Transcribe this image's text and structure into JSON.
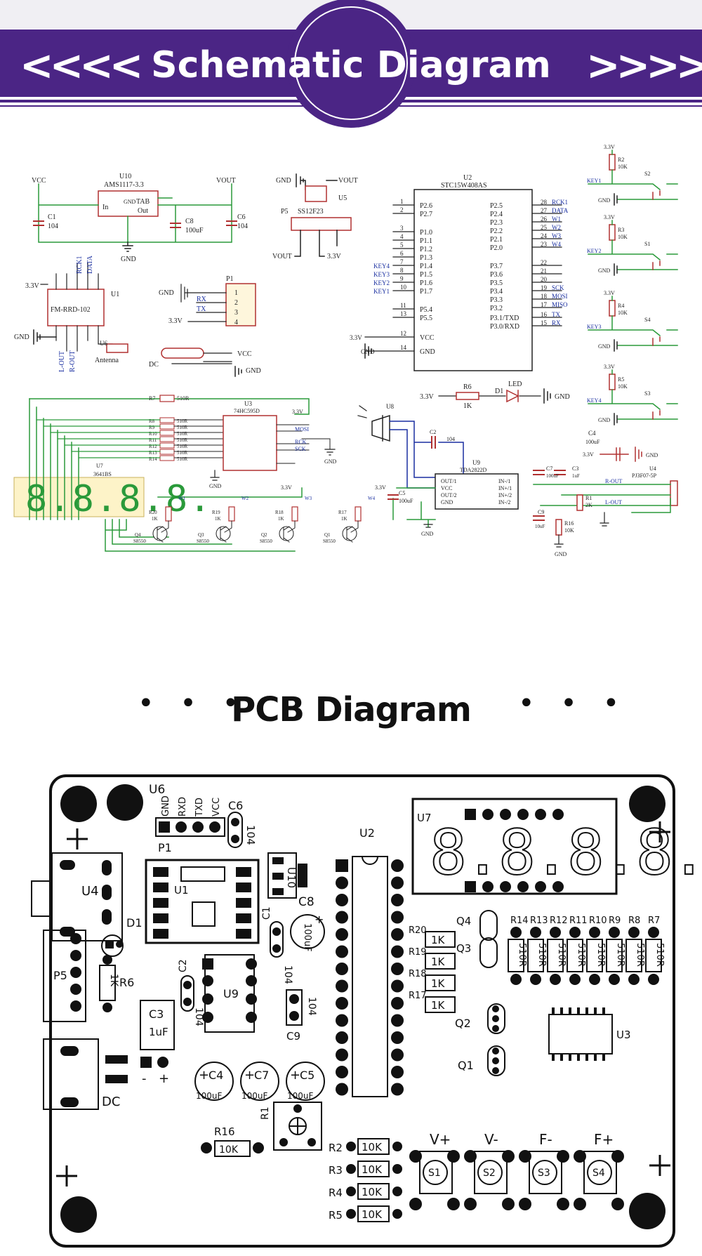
{
  "banner": {
    "title": "Schematic Diagram",
    "left_chevrons": "<<<<",
    "right_chevrons": ">>>>",
    "color": "#4b2585"
  },
  "pcb_section": {
    "title": "PCB Diagram",
    "dots": "• • •"
  },
  "schematic": {
    "regulator": {
      "ref": "U10",
      "part": "AMS1117-3.3",
      "in": "In",
      "gnd": "GND",
      "tab": "TAB",
      "out": "Out",
      "vcc": "VCC",
      "vout": "VOUT",
      "gnd_label": "GND",
      "c1": "C1",
      "c1v": "104",
      "c8": "C8",
      "c8v": "100uF",
      "c6": "C6",
      "c6v": "104"
    },
    "switch": {
      "ref": "U5",
      "p5": "P5",
      "part": "SS12F23",
      "gnd": "GND",
      "vout1": "VOUT",
      "vout2": "VOUT",
      "v33": "3.3V"
    },
    "radio": {
      "ref": "U1",
      "part": "FM-RRD-102",
      "rck": "RCK1",
      "data": "DATA",
      "v33": "3.3V",
      "gnd": "GND",
      "lout": "L-OUT",
      "rout": "R-OUT",
      "u6": "U6",
      "antenna": "Antenna"
    },
    "header": {
      "ref": "P1",
      "gnd": "GND",
      "rx": "RX",
      "tx": "TX",
      "v33": "3.3V",
      "pins": [
        "1",
        "2",
        "3",
        "4"
      ]
    },
    "dc": {
      "label": "DC",
      "vcc": "VCC",
      "gnd": "GND"
    },
    "mcu": {
      "ref": "U2",
      "part": "STC15W408AS",
      "left": [
        {
          "num": "1",
          "name": "P2.6",
          "net": ""
        },
        {
          "num": "2",
          "name": "P2.7",
          "net": ""
        },
        {
          "num": "3",
          "name": "P1.0",
          "net": ""
        },
        {
          "num": "4",
          "name": "P1.1",
          "net": ""
        },
        {
          "num": "5",
          "name": "P1.2",
          "net": ""
        },
        {
          "num": "6",
          "name": "P1.3",
          "net": ""
        },
        {
          "num": "7",
          "name": "P1.4",
          "net": "KEY4"
        },
        {
          "num": "8",
          "name": "P1.5",
          "net": "KEY3"
        },
        {
          "num": "9",
          "name": "P1.6",
          "net": "KEY2"
        },
        {
          "num": "10",
          "name": "P1.7",
          "net": "KEY1"
        },
        {
          "num": "11",
          "name": "P5.4",
          "net": ""
        },
        {
          "num": "13",
          "name": "P5.5",
          "net": ""
        },
        {
          "num": "12",
          "name": "VCC",
          "net": "3.3V"
        },
        {
          "num": "14",
          "name": "GND",
          "net": "GND"
        }
      ],
      "right": [
        {
          "num": "28",
          "name": "P2.5",
          "net": "RCK1"
        },
        {
          "num": "27",
          "name": "P2.4",
          "net": "DATA"
        },
        {
          "num": "26",
          "name": "P2.3",
          "net": "W1"
        },
        {
          "num": "25",
          "name": "P2.2",
          "net": "W2"
        },
        {
          "num": "24",
          "name": "P2.1",
          "net": "W3"
        },
        {
          "num": "23",
          "name": "P2.0",
          "net": "W4"
        },
        {
          "num": "22",
          "name": "P3.7",
          "net": ""
        },
        {
          "num": "21",
          "name": "P3.6",
          "net": ""
        },
        {
          "num": "20",
          "name": "P3.5",
          "net": ""
        },
        {
          "num": "19",
          "name": "P3.4",
          "net": "SCK"
        },
        {
          "num": "18",
          "name": "P3.3",
          "net": "MOSI"
        },
        {
          "num": "17",
          "name": "P3.2",
          "net": "MISO"
        },
        {
          "num": "16",
          "name": "P3.1/TXD",
          "net": "TX"
        },
        {
          "num": "15",
          "name": "P3.0/RXD",
          "net": "RX"
        }
      ]
    },
    "keys": [
      {
        "r": "R2",
        "rv": "10K",
        "s": "S2",
        "key": "KEY1"
      },
      {
        "r": "R3",
        "rv": "10K",
        "s": "S1",
        "key": "KEY2"
      },
      {
        "r": "R4",
        "rv": "10K",
        "s": "S4",
        "key": "KEY3"
      },
      {
        "r": "R5",
        "rv": "10K",
        "s": "S3",
        "key": "KEY4"
      }
    ],
    "key_v": "3.3V",
    "key_gnd": "GND",
    "led": {
      "v33": "3.3V",
      "r": "R6",
      "rv": "1K",
      "d": "D1",
      "label": "LED",
      "gnd": "GND"
    },
    "shift": {
      "ref": "U3",
      "part": "74HC595D",
      "r7": "R7",
      "r7v": "510R",
      "rnames": [
        "R8",
        "R9",
        "R10",
        "R11",
        "R12",
        "R13",
        "R14"
      ],
      "rv": "510R",
      "v33": "3.3V",
      "gnd": "GND",
      "mosi": "MOSI",
      "sck": "SCK",
      "rck": "RCK",
      "gnd2": "GND"
    },
    "display": {
      "ref": "U7",
      "part": "3641BS",
      "digits": "8.8.8.8."
    },
    "transistors": [
      {
        "q": "Q4",
        "r": "R20",
        "w": "W1"
      },
      {
        "q": "Q3",
        "r": "R19",
        "w": "W2"
      },
      {
        "q": "Q2",
        "r": "R18",
        "w": "W3"
      },
      {
        "q": "Q1",
        "r": "R17",
        "w": "W4"
      }
    ],
    "tr_part": "S8550",
    "tr_rv": "1K",
    "tr_v33": "3.3V",
    "audio": {
      "u8": "U8",
      "c2": "C2",
      "c2v": "104",
      "u9": "U9",
      "part": "TDA2822D",
      "c4": "C4",
      "c4v": "100uF",
      "v33": "3.3V",
      "gnd": "GND",
      "u4": "U4",
      "jack": "PJ3F07-5P",
      "rout": "R-OUT",
      "lout": "L-OUT",
      "c5": "C5",
      "c5v": "100uF",
      "c7": "C7",
      "c7v": "100uF",
      "c3": "C3",
      "c3v": "1uF",
      "c9": "C9",
      "c9v": "10uF",
      "r1": "R1",
      "r1v": "2K",
      "r16": "R16",
      "r16v": "10K",
      "v33b": "3.3V",
      "gnd2": "GND",
      "gnd3": "GND"
    }
  },
  "pcb": {
    "u6": "U6",
    "p1": "P1",
    "p1pins": [
      "GND",
      "RXD",
      "TXD",
      "VCC"
    ],
    "c6": "C6",
    "c6v": "104",
    "u1": "U1",
    "u10": "U10",
    "u4": "U4",
    "c1": "C1",
    "c1v": "104",
    "c8": "C8",
    "c8v": "100uF",
    "d1": "D1",
    "p5": "P5",
    "r6": "R6",
    "r6v": "1K",
    "c2": "C2",
    "c2v": "104",
    "c3": "C3",
    "c3v": "1uF",
    "u9": "U9",
    "c9": "C9",
    "c9v": "104",
    "caps": [
      {
        "n": "C4",
        "v": "100uF"
      },
      {
        "n": "C7",
        "v": "100uF"
      },
      {
        "n": "C5",
        "v": "100uF"
      }
    ],
    "dc": "DC",
    "minus": "-",
    "plus": "+",
    "r16": "R16",
    "r16v": "10K",
    "r1": "R1",
    "u2": "U2",
    "u7": "U7",
    "u7digits": "8.8.8.8.",
    "qr": [
      {
        "r": "R20",
        "q": "Q4"
      },
      {
        "r": "R19",
        "q": "Q3"
      },
      {
        "r": "R18",
        "q": ""
      },
      {
        "r": "R17",
        "q": ""
      }
    ],
    "q2": "Q2",
    "q1": "Q1",
    "rv1k": "1K",
    "rarray": [
      "R14",
      "R13",
      "R12",
      "R11",
      "R10",
      "R9",
      "R8",
      "R7"
    ],
    "rarrayv": "510R",
    "u3": "U3",
    "bottom_rs": [
      {
        "n": "R2",
        "v": "10K"
      },
      {
        "n": "R3",
        "v": "10K"
      },
      {
        "n": "R4",
        "v": "10K"
      },
      {
        "n": "R5",
        "v": "10K"
      }
    ],
    "buttons": [
      {
        "label": "V+",
        "s": "S1"
      },
      {
        "label": "V-",
        "s": "S2"
      },
      {
        "label": "F-",
        "s": "S3"
      },
      {
        "label": "F+",
        "s": "S4"
      }
    ]
  }
}
